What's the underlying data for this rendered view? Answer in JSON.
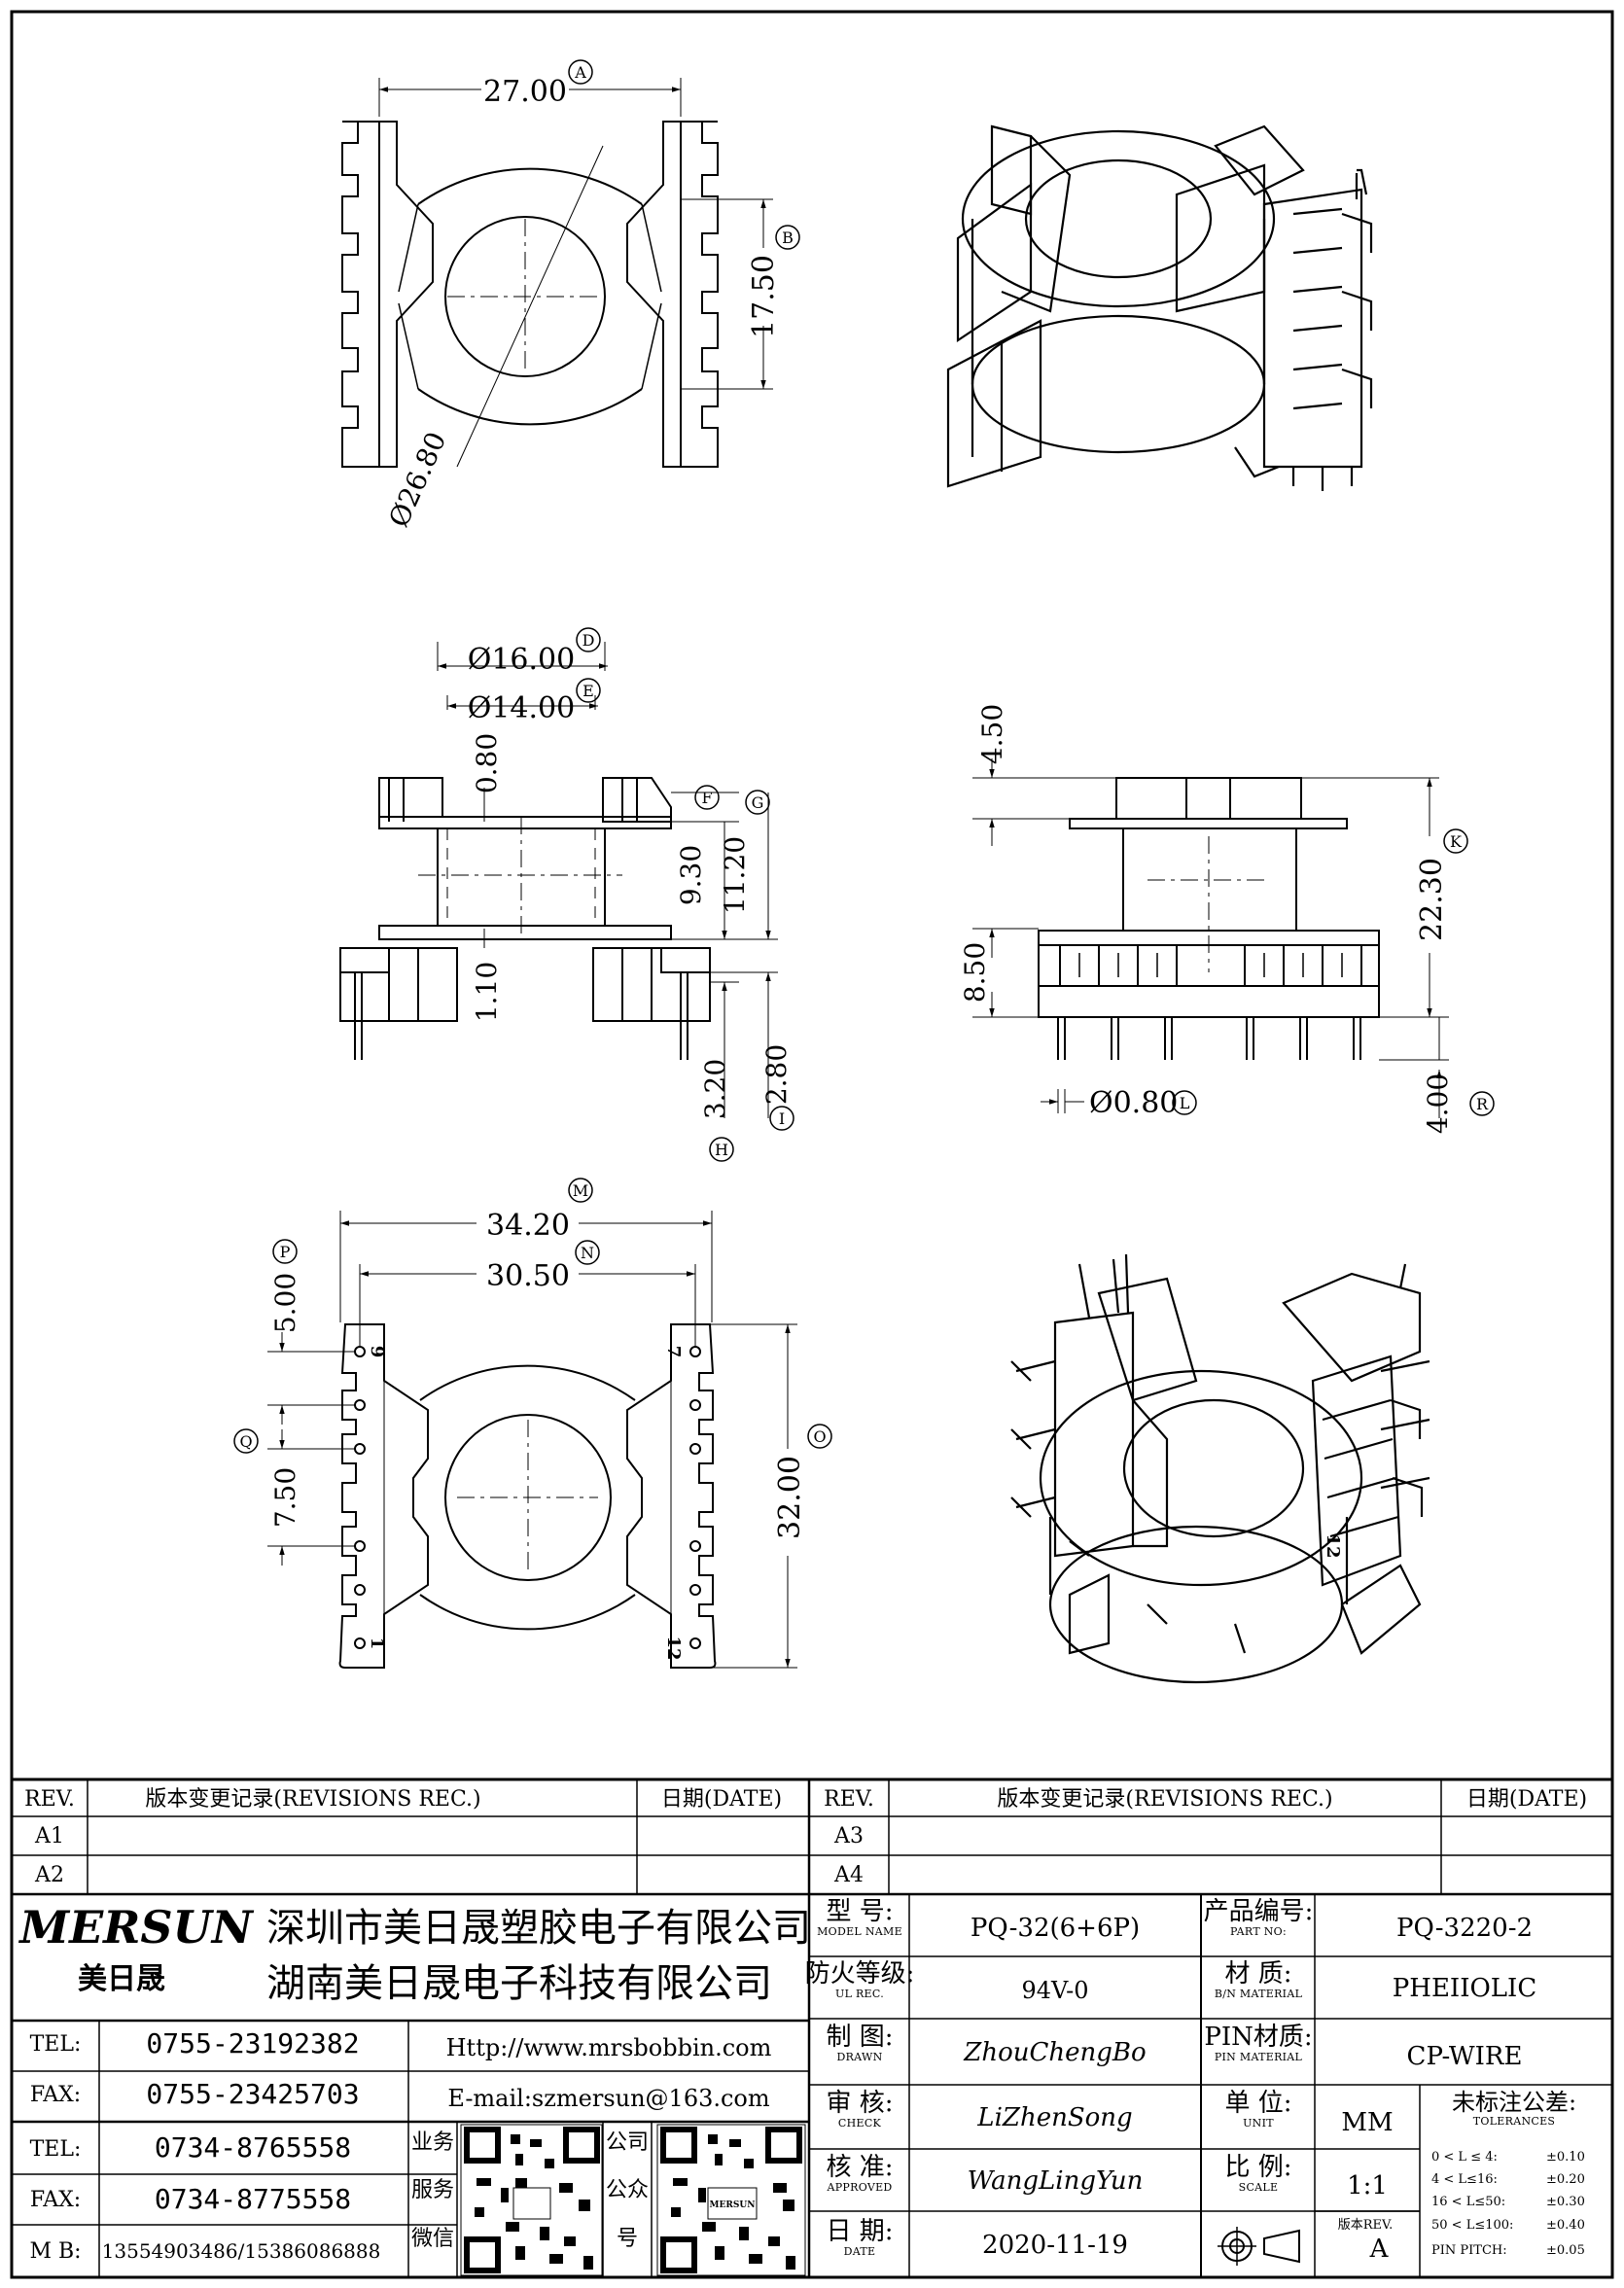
{
  "views": {
    "top": {
      "dim_a": "27.00",
      "dim_b": "17.50",
      "dim_dia": "Ø26.80"
    },
    "front": {
      "dim_d": "Ø16.00",
      "dim_e": "Ø14.00",
      "dim_080": "0.80",
      "dim_930": "9.30",
      "dim_1120": "11.20",
      "dim_110": "1.10",
      "dim_320": "3.20",
      "dim_280": "2.80"
    },
    "side": {
      "dim_450": "4.50",
      "dim_2230": "22.30",
      "dim_850": "8.50",
      "dim_400": "4.00",
      "dim_pin": "Ø0.80"
    },
    "bottom": {
      "dim_m": "34.20",
      "dim_n": "30.50",
      "dim_500": "5.00",
      "dim_750": "7.50",
      "dim_3200": "32.00",
      "pin_9": "9",
      "pin_7": "7",
      "pin_1": "1",
      "pin_12": "12"
    },
    "iso_bottom": {
      "pin_12": "12"
    }
  },
  "callouts": {
    "A": "A",
    "B": "B",
    "D": "D",
    "E": "E",
    "F": "F",
    "G": "G",
    "H": "H",
    "I": "I",
    "K": "K",
    "L": "L",
    "M": "M",
    "N": "N",
    "O": "O",
    "P": "P",
    "Q": "Q",
    "R": "R"
  },
  "title_block": {
    "rev_header": "REV.",
    "revisions_header": "版本变更记录(REVISIONS REC.)",
    "date_header": "日期(DATE)",
    "rev_left": [
      "A1",
      "A2"
    ],
    "rev_right": [
      "A3",
      "A4"
    ],
    "logo_text": "MERSUN",
    "logo_cn": "美日晟",
    "company_1": "深圳市美日晟塑胶电子有限公司",
    "company_2": "湖南美日晟电子科技有限公司",
    "contacts": [
      {
        "label": "TEL:",
        "value": "0755-23192382"
      },
      {
        "label": "FAX:",
        "value": "0755-23425703"
      },
      {
        "label": "TEL:",
        "value": "0734-8765558"
      },
      {
        "label": "FAX:",
        "value": "0734-8775558"
      },
      {
        "label": "M B:",
        "value": "13554903486/15386086888"
      }
    ],
    "website": "Http://www.mrsbobbin.com",
    "email": "E-mail:szmersun@163.com",
    "qr_label_1": [
      "业务",
      "服务",
      "微信"
    ],
    "qr_label_2": [
      "公司",
      "公众",
      "号"
    ],
    "qr_logo": "MERSUN",
    "fields": {
      "model_zh": "型 号:",
      "model_en": "MODEL NAME",
      "model_val": "PQ-32(6+6P)",
      "ul_zh": "防火等级:",
      "ul_en": "UL REC.",
      "ul_val": "94V-0",
      "drawn_zh": "制 图:",
      "drawn_en": "DRAWN",
      "drawn_val": "ZhouChengBo",
      "check_zh": "审 核:",
      "check_en": "CHECK",
      "check_val": "LiZhenSong",
      "approved_zh": "核 准:",
      "approved_en": "APPROVED",
      "approved_val": "WangLingYun",
      "date_zh": "日 期:",
      "date_en": "DATE",
      "date_val": "2020-11-19",
      "part_zh": "产品编号:",
      "part_en": "PART NO:",
      "part_val": "PQ-3220-2",
      "mat_zh": "材 质:",
      "mat_en": "B/N MATERIAL",
      "mat_val": "PHEIIOLIC",
      "pin_zh": "PIN材质:",
      "pin_en": "PIN MATERIAL",
      "pin_val": "CP-WIRE",
      "unit_zh": "单 位:",
      "unit_en": "UNIT",
      "unit_val": "MM",
      "scale_zh": "比 例:",
      "scale_en": "SCALE",
      "scale_val": "1:1",
      "ver_zh": "版本REV.",
      "ver_val": "A",
      "tol_zh": "未标注公差:",
      "tol_en": "TOLERANCES",
      "tolerances": [
        {
          "range": "0 < L ≤  4:",
          "value": "±0.10"
        },
        {
          "range": "4 < L≤16:",
          "value": "±0.20"
        },
        {
          "range": "16 < L≤50:",
          "value": "±0.30"
        },
        {
          "range": "50 < L≤100:",
          "value": "±0.40"
        },
        {
          "range": "PIN PITCH:",
          "value": "±0.05"
        }
      ]
    }
  }
}
